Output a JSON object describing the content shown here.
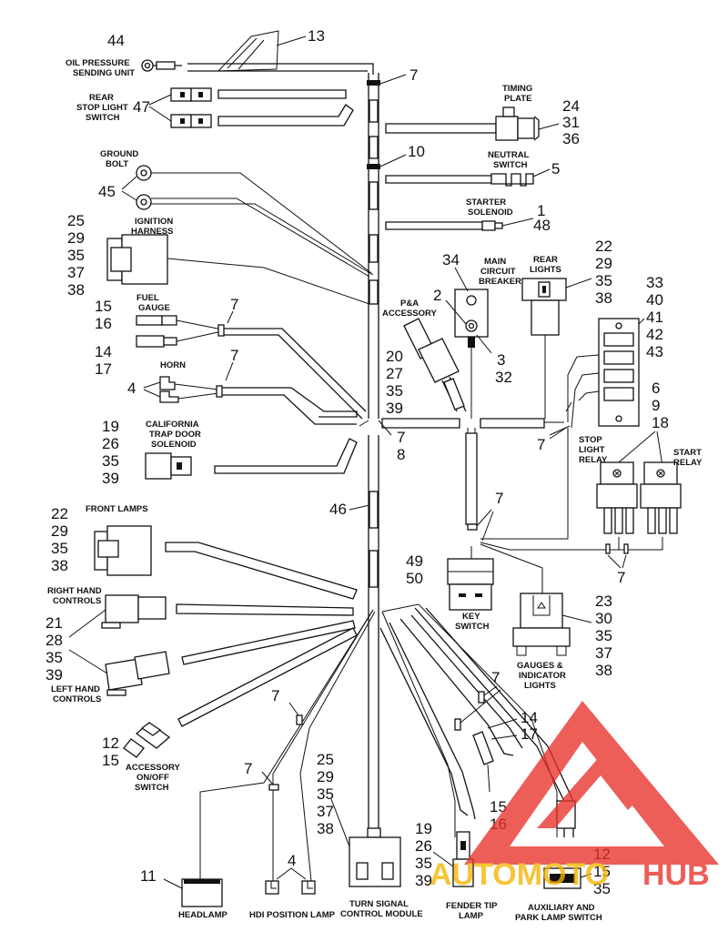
{
  "labels": {
    "oil_pressure": [
      "OIL PRESSURE",
      "SENDING UNIT"
    ],
    "rear_stop": [
      "REAR",
      "STOP LIGHT",
      "SWITCH"
    ],
    "timing_plate": [
      "TIMING",
      "PLATE"
    ],
    "neutral_switch": [
      "NEUTRAL",
      "SWITCH"
    ],
    "ground_bolt": [
      "GROUND",
      "BOLT"
    ],
    "starter_solenoid": [
      "STARTER",
      "SOLENOID"
    ],
    "ignition_harness": [
      "IGNITION",
      "HARNESS"
    ],
    "main_breaker": [
      "MAIN",
      "CIRCUIT",
      "BREAKER"
    ],
    "rear_lights": [
      "REAR",
      "LIGHTS"
    ],
    "fuel_gauge": [
      "FUEL",
      "GAUGE"
    ],
    "pa_accessory": [
      "P&A",
      "ACCESSORY"
    ],
    "horn": [
      "HORN"
    ],
    "california": [
      "CALIFORNIA",
      "TRAP DOOR",
      "SOLENOID"
    ],
    "stop_light_relay": [
      "STOP",
      "LIGHT",
      "RELAY"
    ],
    "start_relay": [
      "START",
      "RELAY"
    ],
    "front_lamps": [
      "FRONT LAMPS"
    ],
    "key_switch": [
      "KEY",
      "SWITCH"
    ],
    "right_hand": [
      "RIGHT HAND",
      "CONTROLS"
    ],
    "left_hand": [
      "LEFT HAND",
      "CONTROLS"
    ],
    "gauges": [
      "GAUGES &",
      "INDICATOR",
      "LIGHTS"
    ],
    "accessory_onoff": [
      "ACCESSORY",
      "ON/OFF",
      "SWITCH"
    ],
    "headlamp": [
      "HEADLAMP"
    ],
    "hdi": [
      "HDI POSITION LAMP"
    ],
    "turn_signal": [
      "TURN SIGNAL",
      "CONTROL MODULE"
    ],
    "fender_tip": [
      "FENDER TIP",
      "LAMP"
    ],
    "aux_park": [
      "AUXILIARY AND",
      "PARK LAMP SWITCH"
    ]
  },
  "callouts": {
    "n44": "44",
    "n13": "13",
    "n7a": "7",
    "n47": "47",
    "n24": [
      "24",
      "31",
      "36"
    ],
    "n10": "10",
    "n5": "5",
    "n45": "45",
    "n1": [
      "1",
      "48"
    ],
    "n25a": [
      "25",
      "29",
      "35",
      "37",
      "38"
    ],
    "n34": "34",
    "n22a": [
      "22",
      "29",
      "35",
      "38"
    ],
    "n33": [
      "33",
      "40",
      "41",
      "42",
      "43"
    ],
    "n2": "2",
    "n15a": [
      "15",
      "16"
    ],
    "n7b": "7",
    "n14a": [
      "14",
      "17"
    ],
    "n7c": "7",
    "n4a": "4",
    "n3": [
      "3",
      "32"
    ],
    "n20": [
      "20",
      "27",
      "35",
      "39"
    ],
    "n6": [
      "6",
      "9",
      "18"
    ],
    "n7d": [
      "7",
      "8"
    ],
    "n7e": "7",
    "n19a": [
      "19",
      "26",
      "35",
      "39"
    ],
    "n46": "46",
    "n7f": "7",
    "n22b": [
      "22",
      "29",
      "35",
      "38"
    ],
    "n49": [
      "49",
      "50"
    ],
    "n7g": "7",
    "n21": [
      "21",
      "28",
      "35",
      "39"
    ],
    "n23": [
      "23",
      "30",
      "35",
      "37",
      "38"
    ],
    "n7h": "7",
    "n7i": "7",
    "n14b": [
      "14",
      "17"
    ],
    "n12a": [
      "12",
      "15"
    ],
    "n7j": "7",
    "n25b": [
      "25",
      "29",
      "35",
      "37",
      "38"
    ],
    "n15b": [
      "15",
      "16"
    ],
    "n4b": "4",
    "n11": "11",
    "n19b": [
      "19",
      "26",
      "35",
      "39"
    ],
    "n12b": [
      "12",
      "15",
      "35"
    ]
  },
  "watermark": {
    "text_a": "AUTOMOTO",
    "text_b": "HUB",
    "color": "#e8312a",
    "text_a_color": "#f4b400"
  },
  "colors": {
    "line": "#111111",
    "background": "#ffffff"
  }
}
